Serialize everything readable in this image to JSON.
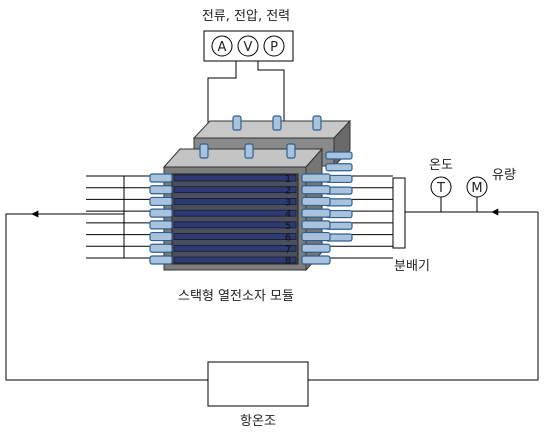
{
  "meter_group": {
    "title": "전류, 전압, 전력",
    "meters": [
      {
        "symbol": "A",
        "icon": "ammeter-icon"
      },
      {
        "symbol": "V",
        "icon": "voltmeter-icon"
      },
      {
        "symbol": "P",
        "icon": "power-meter-icon"
      }
    ]
  },
  "sensors": [
    {
      "label": "온도",
      "symbol": "T",
      "icon": "thermometer-icon"
    },
    {
      "label": "유량",
      "symbol": "M",
      "icon": "flowmeter-icon"
    }
  ],
  "module": {
    "label": "스택형 열전소자 모듈",
    "layer_numbers": [
      "1",
      "2",
      "3",
      "4",
      "5",
      "6",
      "7",
      "8"
    ]
  },
  "distributor": {
    "label": "분배기"
  },
  "bath": {
    "label": "항온조"
  },
  "colors": {
    "frame": "#7d7d7d",
    "layer": "#2d3a73",
    "tube": "#a9c3df",
    "tube_edge": "#2f5f8f",
    "line": "#000000"
  }
}
